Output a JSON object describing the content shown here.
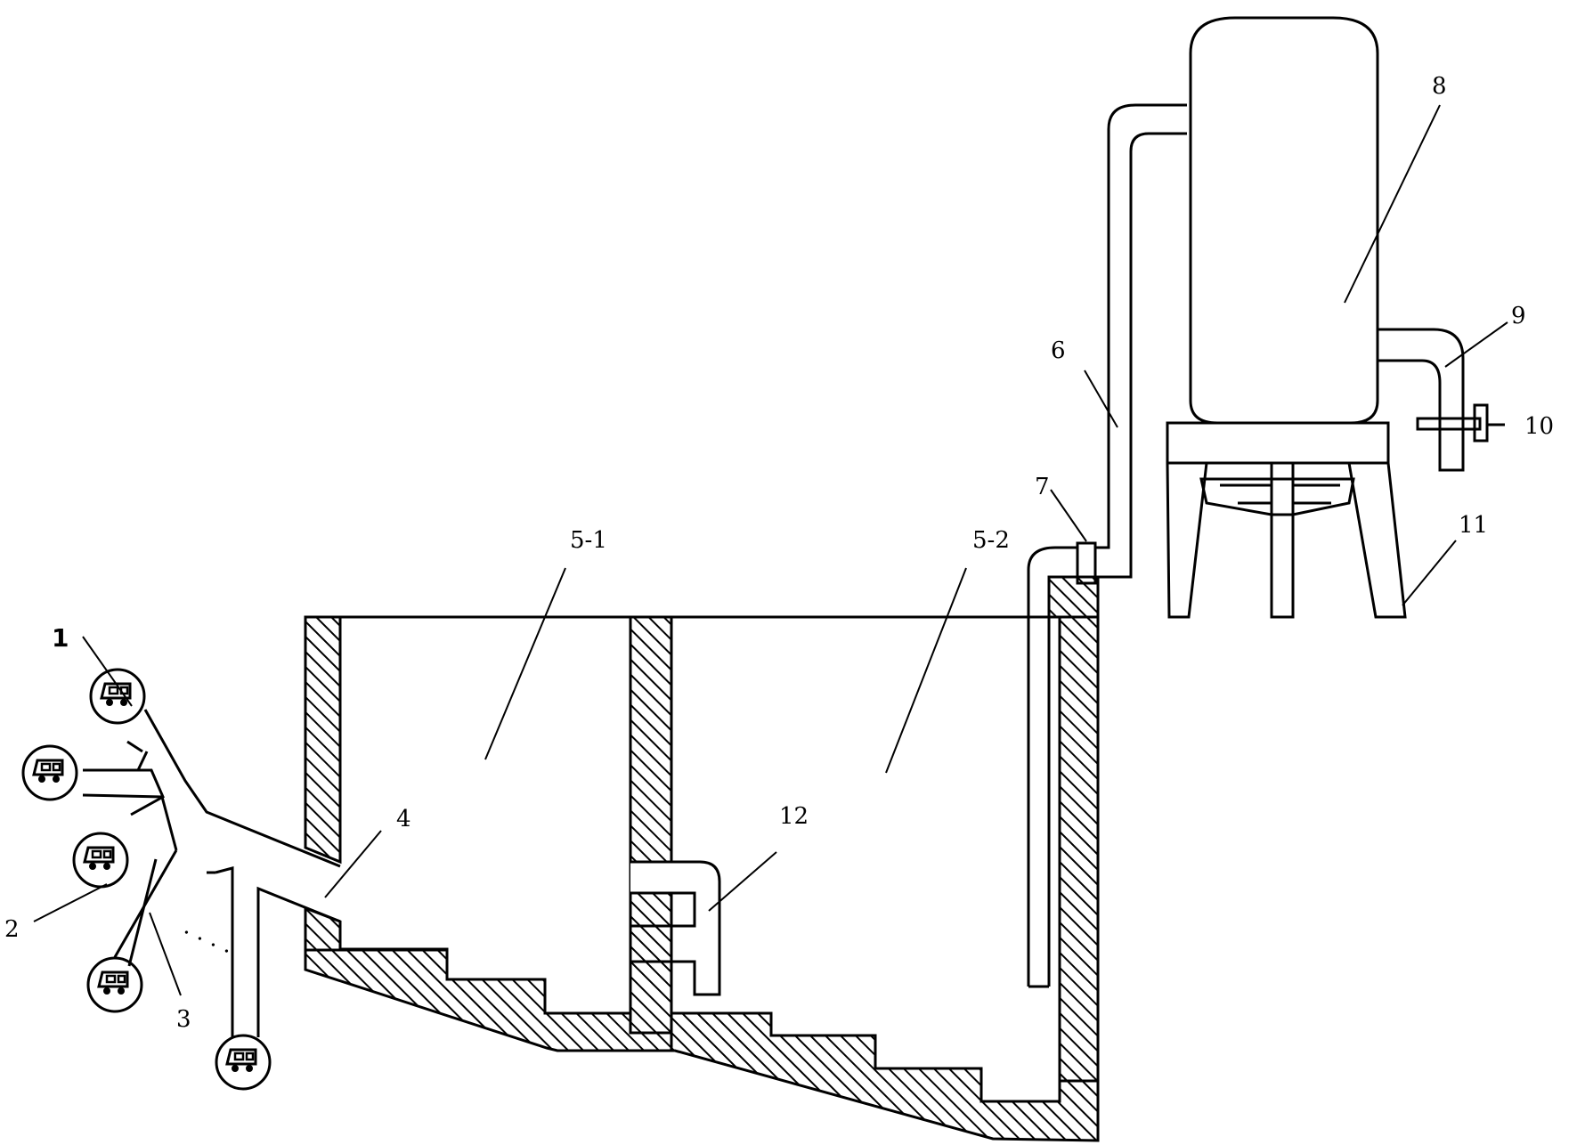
{
  "labels": {
    "l1": "1",
    "l2": "2",
    "l3": "3",
    "l4": "4",
    "l5_1": "5-1",
    "l5_2": "5-2",
    "l6": "6",
    "l7": "7",
    "l8": "8",
    "l9": "9",
    "l10": "10",
    "l11": "11",
    "l12": "12",
    "ellipsis": "· · · ·"
  },
  "icons": [
    "vehicle-icon"
  ]
}
